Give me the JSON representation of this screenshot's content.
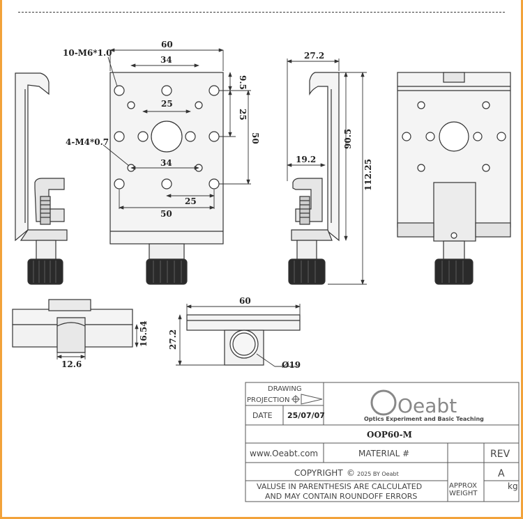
{
  "dimensions": {
    "front_width": "60",
    "front_hole_spacing_top": "34",
    "front_hole_spacing_mid": "25",
    "front_hole_spacing_lower": "34",
    "front_hole_spacing_bottom_right": "25",
    "front_hole_spacing_bottom": "50",
    "front_edge_offset": "9.5",
    "front_vertical_25": "25",
    "front_vertical_50": "50",
    "callout_m6": "10-M6*1.0",
    "callout_m4": "4-M4*0.7",
    "side_depth": "27.2",
    "side_lower_offset": "19.2",
    "side_height_inner": "90.5",
    "side_height_total": "112.25",
    "bottom_left_height": "16.54",
    "bottom_left_width": "12.6",
    "bottom_width": "60",
    "bottom_height": "27.2",
    "bottom_diameter": "Ø19"
  },
  "title_block": {
    "drawing_label": "DRAWING",
    "projection_label": "PROJECTION",
    "date_label": "DATE",
    "date_value": "25/07/07",
    "logo_text": "Oeabt",
    "logo_subtitle": "Optics Experiment and Basic Teaching",
    "part_number": "OOP60-M",
    "website": "www.Oeabt.com",
    "material_label": "MATERIAL #",
    "rev_label": "REV",
    "rev_value": "A",
    "copyright_word": "COPYRIGHT",
    "copyright_rest": "2025 BY Oeabt",
    "note_line1": "VALUSE IN PARENTHESIS ARE CALCULATED",
    "note_line2": "AND MAY CONTAIN ROUNDOFF ERRORS",
    "weight_label_1": "APPROX",
    "weight_label_2": "WEIGHT",
    "weight_unit": "kg"
  },
  "colors": {
    "border_accent": "#f2a23a",
    "line": "#333333",
    "face_fill": "#eaeaea",
    "knob": "#2a2a2a"
  }
}
